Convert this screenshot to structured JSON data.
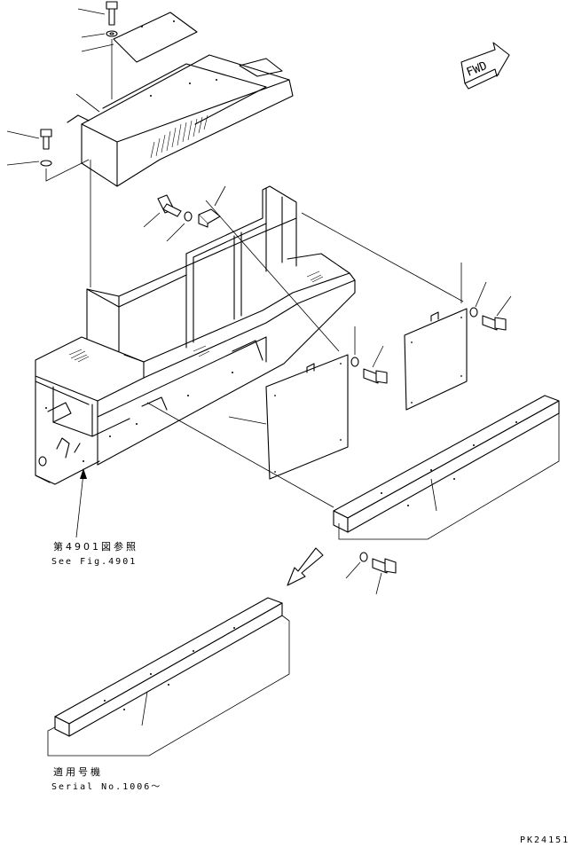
{
  "labels": {
    "fig_ref_jp": "第4901図参照",
    "fig_ref_en": "See Fig.4901",
    "serial_jp": "適用号機",
    "serial_en": "Serial No.1006～",
    "fwd": "FWD",
    "drawing_id": "PK24151"
  }
}
